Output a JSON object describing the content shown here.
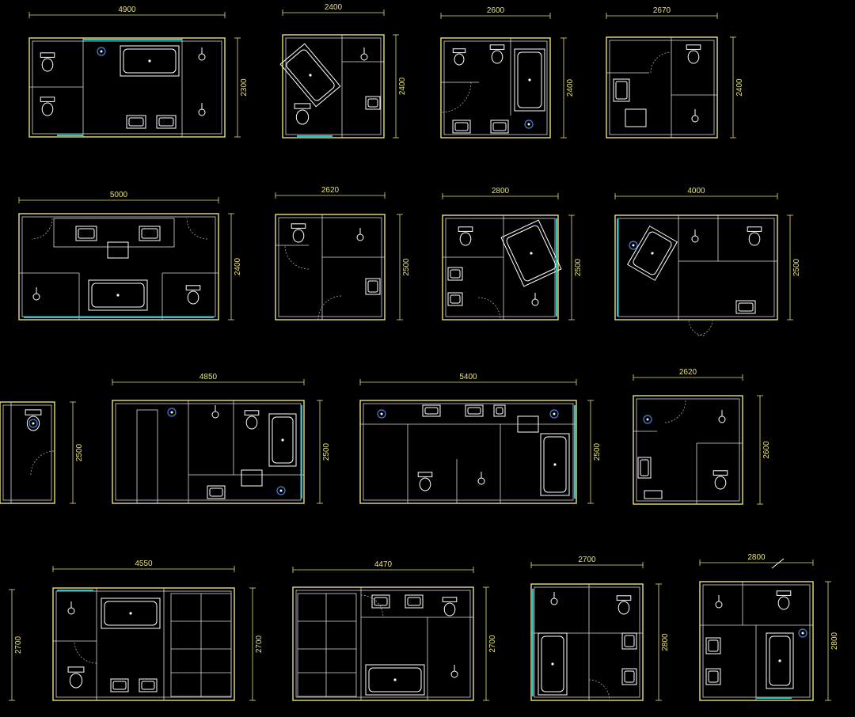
{
  "colors": {
    "background": "#000000",
    "wall": "#e6e07a",
    "fixture": "#ffffff",
    "glass": "#2fc3c8",
    "floor_drain": "#4a7fd6"
  },
  "plans": [
    {
      "id": "plan-01",
      "width_label": "4900",
      "height_label": "2300"
    },
    {
      "id": "plan-02",
      "width_label": "2400",
      "height_label": "2400"
    },
    {
      "id": "plan-03",
      "width_label": "2600",
      "height_label": "2400"
    },
    {
      "id": "plan-04",
      "width_label": "2670",
      "height_label": "2400"
    },
    {
      "id": "plan-05",
      "width_label": "5000",
      "height_label": "2400"
    },
    {
      "id": "plan-06",
      "width_label": "2620",
      "height_label": "2500"
    },
    {
      "id": "plan-07",
      "width_label": "2800",
      "height_label": "2500"
    },
    {
      "id": "plan-08",
      "width_label": "4000",
      "height_label": "2500"
    },
    {
      "id": "plan-09",
      "width_label": "",
      "height_label": "2500"
    },
    {
      "id": "plan-10",
      "width_label": "4850",
      "height_label": "2500"
    },
    {
      "id": "plan-11",
      "width_label": "5400",
      "height_label": "2500"
    },
    {
      "id": "plan-12",
      "width_label": "2620",
      "height_label": "2600"
    },
    {
      "id": "plan-13",
      "width_label": "",
      "height_label": "2700"
    },
    {
      "id": "plan-14",
      "width_label": "4550",
      "height_label": "2700"
    },
    {
      "id": "plan-15",
      "width_label": "4470",
      "height_label": "2700"
    },
    {
      "id": "plan-16",
      "width_label": "2700",
      "height_label": "2800"
    },
    {
      "id": "plan-17",
      "width_label": "2800",
      "height_label": "2800"
    }
  ]
}
